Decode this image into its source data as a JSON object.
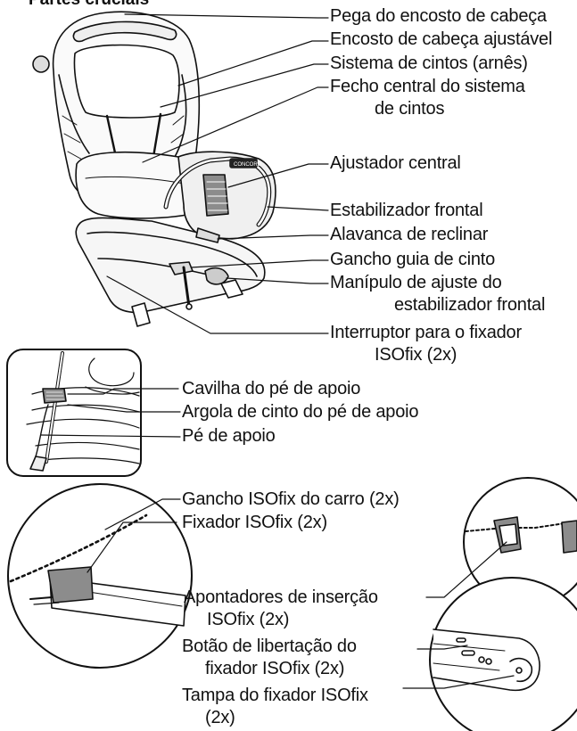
{
  "section_title": "Partes cruciais",
  "labels": {
    "pega_encosto": "Pega do encosto de cabeça",
    "encosto_ajustavel": "Encosto de cabeça ajustável",
    "sistema_cintos": "Sistema de cintos (arnês)",
    "fecho_central_1": "Fecho central do sistema",
    "fecho_central_2": "de cintos",
    "ajustador_central": "Ajustador central",
    "estabilizador_frontal": "Estabilizador frontal",
    "alavanca_reclinar": "Alavanca de reclinar",
    "gancho_guia": "Gancho guia de cinto",
    "manipulo_1": "Manípulo de ajuste do",
    "manipulo_2": "estabilizador frontal",
    "interruptor_1": "Interruptor para o fixador",
    "interruptor_2": "ISOfix (2x)",
    "cavilha": "Cavilha do pé de apoio",
    "argola": "Argola de cinto do pé de apoio",
    "pe_apoio": "Pé de apoio",
    "gancho_isofix": "Gancho ISOfix do carro (2x)",
    "fixador_isofix": "Fixador ISOfix (2x)",
    "apontadores_1": "Apontadores de inserção",
    "apontadores_2": "ISOfix (2x)",
    "botao_1": "Botão de libertação do",
    "botao_2": "fixador ISOfix (2x)",
    "tampa_1": "Tampa do fixador ISOfix",
    "tampa_2": "(2x)"
  },
  "brand_mark": "CONCORD",
  "colors": {
    "line": "#111111",
    "grey_fill": "#8c8c8c",
    "light_fill": "#e6e6e6"
  }
}
